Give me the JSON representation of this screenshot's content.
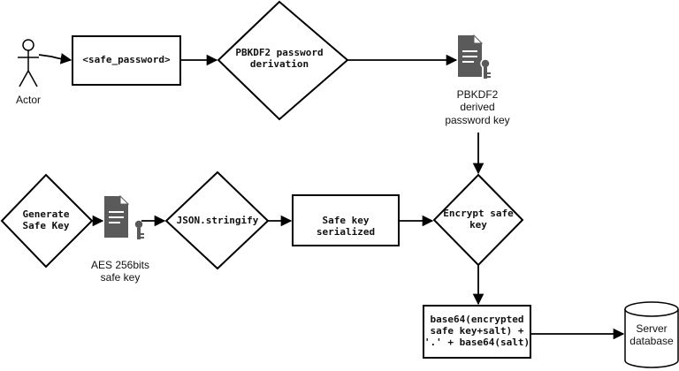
{
  "actor": {
    "label": "Actor"
  },
  "safe_password": {
    "label": "<safe_password>"
  },
  "pbkdf2_derivation": {
    "label": "PBKDF2 password\nderivation"
  },
  "pbkdf2_key_doc": {
    "label": "PBKDF2\nderived\npassword key"
  },
  "generate_safe_key": {
    "label": "Generate\nSafe Key"
  },
  "aes_key_doc": {
    "label": "AES 256bits\nsafe key"
  },
  "json_stringify": {
    "label": "JSON.stringify"
  },
  "safe_key_serialized": {
    "label": "Safe key serialized"
  },
  "encrypt_safe_key": {
    "label": "Encrypt safe\nkey"
  },
  "base64_output": {
    "label": "base64(encrypted\nsafe key+salt) +\n'.' + base64(salt)"
  },
  "server_database": {
    "label": "Server\ndatabase"
  },
  "colors": {
    "stroke": "#000000",
    "doc_icon": "#555555",
    "text": "#111111"
  }
}
